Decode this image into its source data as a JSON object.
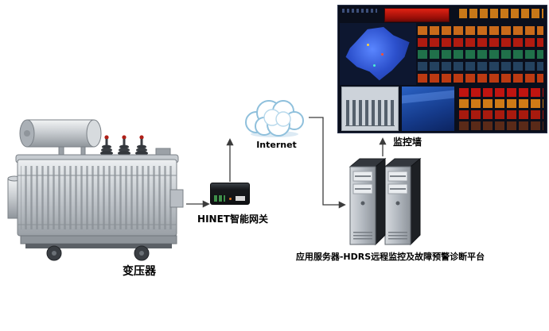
{
  "nodes": [
    {
      "id": "transformer",
      "label": "变压器"
    },
    {
      "id": "gateway",
      "label": "HINET智能网关"
    },
    {
      "id": "internet",
      "label": "Internet"
    },
    {
      "id": "servers",
      "label": "应用服务器-HDRS远程监控及故障预警诊断平台"
    },
    {
      "id": "monitor_wall",
      "label": "监控墙"
    }
  ],
  "edges": [
    {
      "from": "transformer",
      "to": "gateway"
    },
    {
      "from": "gateway",
      "to": "internet"
    },
    {
      "from": "internet",
      "to": "servers"
    },
    {
      "from": "servers",
      "to": "monitor_wall"
    }
  ],
  "colors": {
    "line-color": "#3c3c3c",
    "label-color": "#000000",
    "monitor-bg": "#0a0f1c",
    "monitor-red": "#c41410",
    "map-blue": "#2c50cc",
    "cloud-stroke": "#8fc0dc"
  }
}
